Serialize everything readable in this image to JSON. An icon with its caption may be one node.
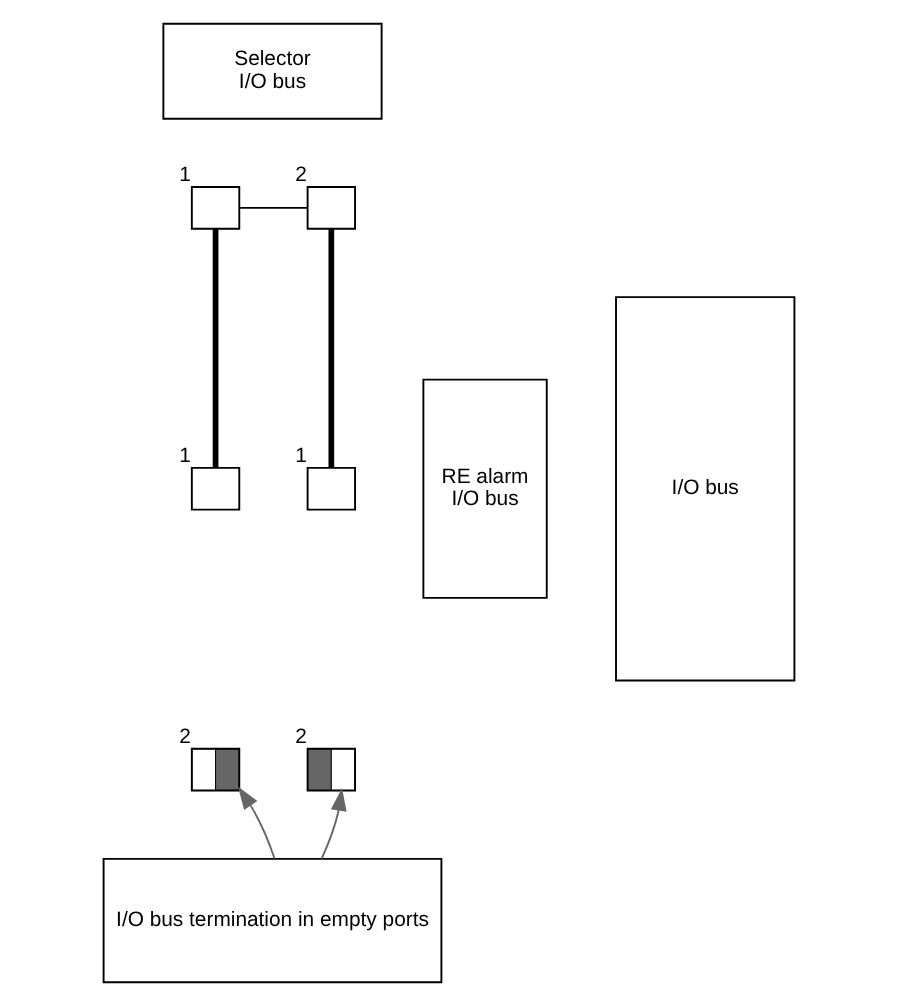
{
  "diagram": {
    "nodes": [
      {
        "text": [
          "Selector",
          "I/O bus"
        ]
      },
      {
        "text": [],
        "shape": "box",
        "beside": [
          "1"
        ]
      },
      {
        "text": [],
        "shape": "box",
        "beside": [
          "2"
        ]
      },
      {
        "text": [
          "I/O bus"
        ]
      },
      {
        "text": [],
        "shape": "box",
        "beside": [
          "1"
        ]
      },
      {
        "text": [],
        "shape": "box",
        "beside": [
          "2"
        ]
      },
      {
        "text": [
          "RE alarm",
          "I/O bus"
        ]
      },
      {
        "text": [],
        "shape": "box",
        "beside": [
          "1"
        ]
      },
      {
        "text": [],
        "shape": "box",
        "beside": [
          "2"
        ]
      },
      {
        "text": [
          "I/O bus termination in empty ports"
        ]
      }
    ],
    "edges": [
      {
        "from": 1,
        "to": 2,
        "arrow": "none"
      },
      {
        "from": 4,
        "to": 1,
        "arrow": "none",
        "style": "thick"
      },
      {
        "from": 2,
        "to": 7,
        "arrow": "none",
        "style": "thick"
      },
      {
        "from": 9,
        "to": 5,
        "arrow": "to",
        "color": "#666666"
      },
      {
        "from": 9,
        "to": 8,
        "arrow": "to",
        "color": "#666666"
      }
    ]
  }
}
